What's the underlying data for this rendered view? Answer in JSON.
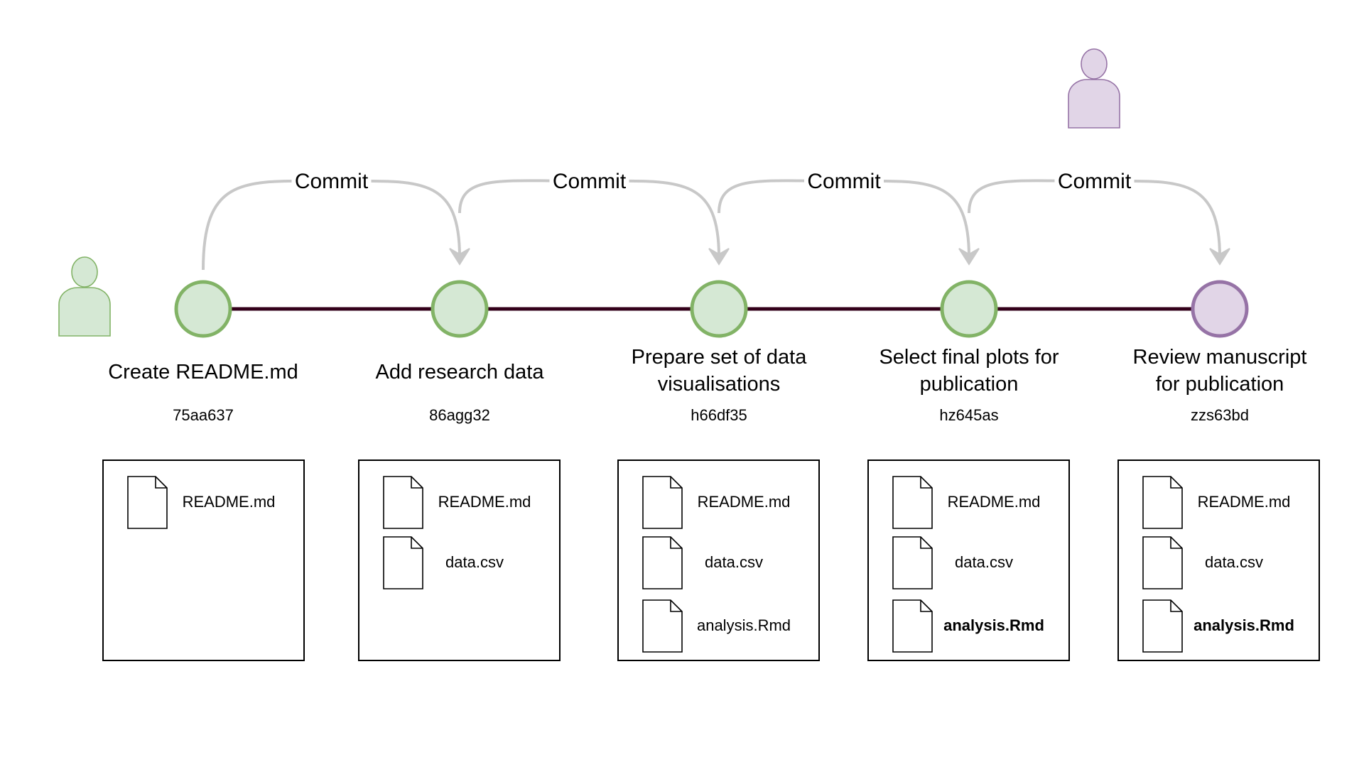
{
  "colors": {
    "green_fill": "#d5e8d4",
    "green_stroke": "#82b366",
    "purple_fill": "#e1d5e7",
    "purple_stroke": "#9673a6",
    "timeline_line": "#33001a",
    "arc_color": "#c8c8c8",
    "box_stroke": "#000000"
  },
  "actors": [
    {
      "name": "contributor",
      "icon": "user-icon",
      "color": "green"
    },
    {
      "name": "reviewer",
      "icon": "user-icon",
      "color": "purple"
    }
  ],
  "commit_arrows": [
    {
      "label": "Commit"
    },
    {
      "label": "Commit"
    },
    {
      "label": "Commit"
    },
    {
      "label": "Commit"
    }
  ],
  "steps": [
    {
      "lines": [
        "Create README.md"
      ],
      "hash": "75aa637",
      "color": "green",
      "files": [
        {
          "name": "README.md",
          "bold": false
        }
      ]
    },
    {
      "lines": [
        "Add research data"
      ],
      "hash": "86agg32",
      "color": "green",
      "files": [
        {
          "name": "README.md",
          "bold": false
        },
        {
          "name": "data.csv",
          "bold": false
        }
      ]
    },
    {
      "lines": [
        "Prepare set of data",
        "visualisations"
      ],
      "hash": "h66df35",
      "color": "green",
      "files": [
        {
          "name": "README.md",
          "bold": false
        },
        {
          "name": "data.csv",
          "bold": false
        },
        {
          "name": "analysis.Rmd",
          "bold": false
        }
      ]
    },
    {
      "lines": [
        "Select final plots for",
        "publication"
      ],
      "hash": "hz645as",
      "color": "green",
      "files": [
        {
          "name": "README.md",
          "bold": false
        },
        {
          "name": "data.csv",
          "bold": false
        },
        {
          "name": "analysis.Rmd",
          "bold": true
        }
      ]
    },
    {
      "lines": [
        "Review manuscript",
        "for publication"
      ],
      "hash": "zzs63bd",
      "color": "purple",
      "files": [
        {
          "name": "README.md",
          "bold": false
        },
        {
          "name": "data.csv",
          "bold": false
        },
        {
          "name": "analysis.Rmd",
          "bold": true
        }
      ]
    }
  ]
}
